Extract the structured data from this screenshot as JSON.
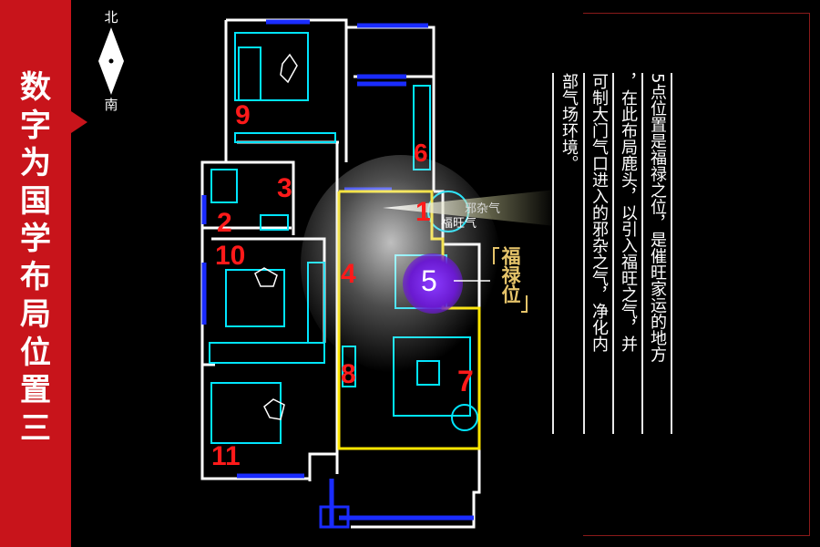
{
  "sidebar": {
    "title_chars": [
      "数",
      "字",
      "为",
      "国",
      "学",
      "布",
      "局",
      "位",
      "置",
      "三"
    ]
  },
  "compass": {
    "north": "北",
    "south": "南"
  },
  "rooms": {
    "n1": "1",
    "n2": "2",
    "n3": "3",
    "n4": "4",
    "n5": "5",
    "n6": "6",
    "n7": "7",
    "n8": "8",
    "n9": "9",
    "n10": "10",
    "n11": "11"
  },
  "labels": {
    "evil_qi": "邪杂气",
    "good_qi": "福旺气",
    "fulu": "福禄位"
  },
  "description": {
    "col1": "5点位置是福禄之位，是催旺家运的地方",
    "col2": "，在此布局鹿头，以引入福旺之气，并",
    "col3": "可制大门气口进入的邪杂之气，净化内",
    "col4": "部气场环境。"
  },
  "colors": {
    "accent": "#c8141b",
    "wall": "#ffffff",
    "window": "#1a2cff",
    "furniture": "#00e5ff",
    "highlight": "#ffe600",
    "number": "#ff1a1a"
  }
}
